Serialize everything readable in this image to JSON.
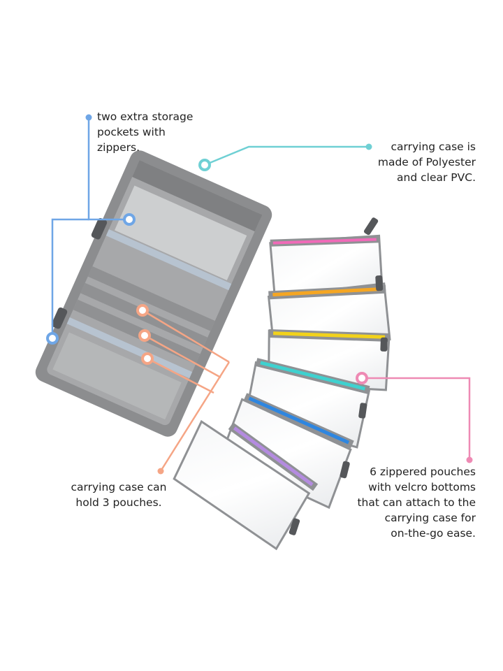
{
  "callouts": {
    "storage_pockets": {
      "text": "two extra storage\npockets with\nzippers.",
      "color": "#6fa6e6"
    },
    "material": {
      "text": "carrying case is\nmade of Polyester\nand clear PVC.",
      "color": "#6fd0d4"
    },
    "holds_pouches": {
      "text": "carrying case can\nhold 3 pouches.",
      "color": "#f5a585"
    },
    "zippered_pouches": {
      "text": "6 zippered pouches\nwith velcro bottoms\nthat can attach to the\ncarrying case for\non-the-go ease.",
      "color": "#ee8ab4"
    }
  },
  "product": {
    "case_color": "#8a8b8d",
    "zipper_colors": [
      "#f06ab8",
      "#f5a623",
      "#f2d21b",
      "#3fd1cf",
      "#2e86e0",
      "#b48be0"
    ]
  }
}
